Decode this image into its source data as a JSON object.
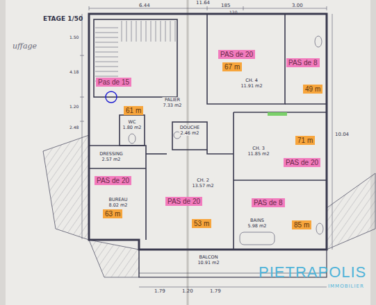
{
  "diagram": {
    "nodes": [
      {
        "text": [
          "Pas de 15"
        ]
      },
      {
        "text": [
          "CH. 4",
          "11.91 m2"
        ]
      },
      {
        "text": [
          "PAS de 20"
        ],
        "in": 1
      },
      {
        "text": [
          "67 m"
        ],
        "in": 1
      },
      {
        "text": [
          "PAS de 8"
        ]
      },
      {
        "text": [
          "49 m"
        ]
      },
      {
        "text": [
          "PALIER",
          "7.33 m2"
        ]
      },
      {
        "text": [
          "61 m"
        ]
      },
      {
        "text": [
          "WC",
          "1.80 m2"
        ]
      },
      {
        "text": [
          "DOUCHE",
          "2.46 m2"
        ]
      },
      {
        "text": [
          "CH. 3",
          "11.85 m2"
        ]
      },
      {
        "text": [
          "71 m"
        ],
        "in": 10
      },
      {
        "text": [
          "PAS de 20"
        ],
        "in": 10
      },
      {
        "text": [
          "DRESSING",
          "2.57 m2"
        ]
      },
      {
        "text": [
          "BUREAU",
          "8.02 m2"
        ]
      },
      {
        "text": [
          "PAS de 20"
        ],
        "in": 14
      },
      {
        "text": [
          "63 m"
        ],
        "in": 14
      },
      {
        "text": [
          "CH. 2",
          "13.57 m2"
        ]
      },
      {
        "text": [
          "PAS de 20"
        ],
        "in": 17
      },
      {
        "text": [
          "53 m"
        ],
        "in": 17
      },
      {
        "text": [
          "BAINS",
          "5.98 m2"
        ]
      },
      {
        "text": [
          "PAS de 8"
        ],
        "in": 20
      },
      {
        "text": [
          "85 m"
        ],
        "in": 20
      },
      {
        "text": [
          "BALCON",
          "10.91 m2"
        ]
      }
    ],
    "labels": [
      "ETAGE 1/50",
      "uffage",
      "11.64",
      "6.44",
      "185",
      "120",
      "3.00",
      "1.50",
      "4.18",
      "1.20",
      "2.48",
      "10.04",
      "1.79",
      "1.20",
      "1.79",
      "PIETRAPOLIS",
      "IMMOBILIER"
    ]
  }
}
